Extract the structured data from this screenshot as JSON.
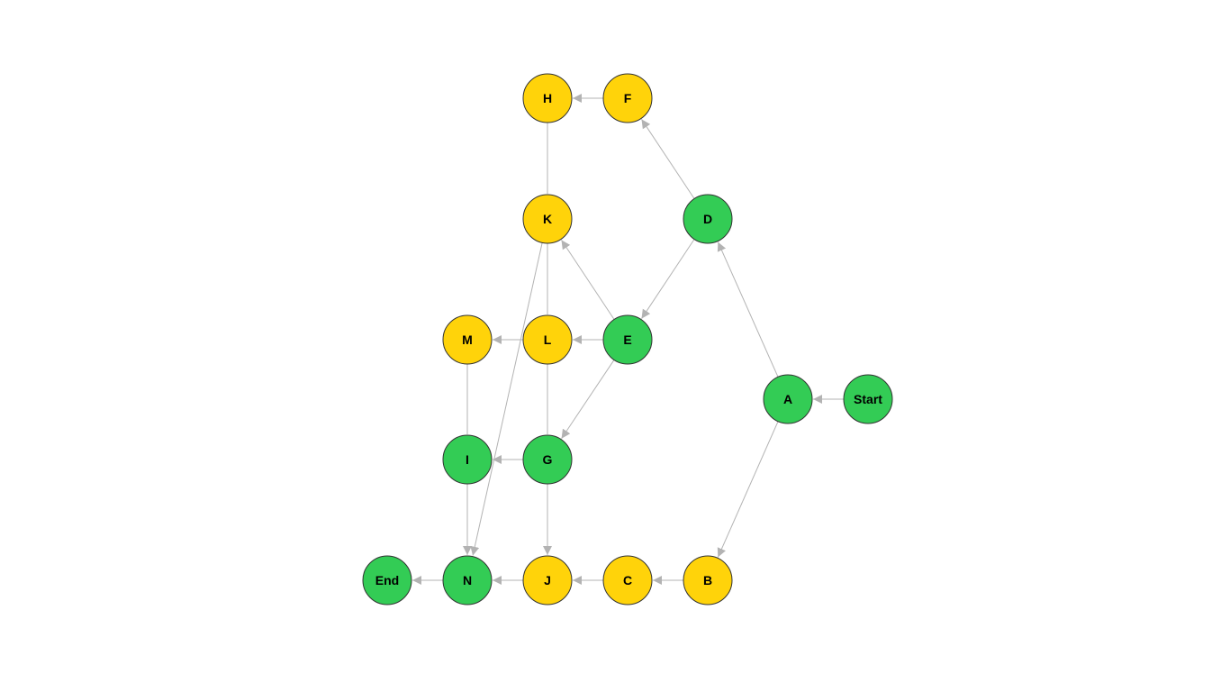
{
  "diagram": {
    "type": "directed-graph",
    "colors": {
      "visited": "#33cc55",
      "unvisited": "#ffd30a",
      "edge": "#b3b3b3",
      "node_border": "#333333"
    },
    "nodes": [
      {
        "id": "Start",
        "label": "Start",
        "status": "visited"
      },
      {
        "id": "A",
        "label": "A",
        "status": "visited"
      },
      {
        "id": "B",
        "label": "B",
        "status": "unvisited"
      },
      {
        "id": "C",
        "label": "C",
        "status": "unvisited"
      },
      {
        "id": "D",
        "label": "D",
        "status": "visited"
      },
      {
        "id": "E",
        "label": "E",
        "status": "visited"
      },
      {
        "id": "F",
        "label": "F",
        "status": "unvisited"
      },
      {
        "id": "G",
        "label": "G",
        "status": "visited"
      },
      {
        "id": "H",
        "label": "H",
        "status": "unvisited"
      },
      {
        "id": "I",
        "label": "I",
        "status": "visited"
      },
      {
        "id": "J",
        "label": "J",
        "status": "unvisited"
      },
      {
        "id": "K",
        "label": "K",
        "status": "unvisited"
      },
      {
        "id": "L",
        "label": "L",
        "status": "unvisited"
      },
      {
        "id": "M",
        "label": "M",
        "status": "unvisited"
      },
      {
        "id": "N",
        "label": "N",
        "status": "visited"
      },
      {
        "id": "End",
        "label": "End",
        "status": "visited"
      }
    ],
    "edges": [
      {
        "from": "Start",
        "to": "A",
        "arrow": true
      },
      {
        "from": "A",
        "to": "D",
        "arrow": true
      },
      {
        "from": "A",
        "to": "B",
        "arrow": true
      },
      {
        "from": "D",
        "to": "F",
        "arrow": true
      },
      {
        "from": "D",
        "to": "E",
        "arrow": true
      },
      {
        "from": "F",
        "to": "H",
        "arrow": true
      },
      {
        "from": "H",
        "to": "K",
        "arrow": false
      },
      {
        "from": "E",
        "to": "K",
        "arrow": true
      },
      {
        "from": "E",
        "to": "L",
        "arrow": true
      },
      {
        "from": "E",
        "to": "G",
        "arrow": true
      },
      {
        "from": "L",
        "to": "M",
        "arrow": true
      },
      {
        "from": "K",
        "to": "L",
        "arrow": false
      },
      {
        "from": "L",
        "to": "G",
        "arrow": false
      },
      {
        "from": "K",
        "to": "N",
        "arrow": true
      },
      {
        "from": "M",
        "to": "I",
        "arrow": false
      },
      {
        "from": "G",
        "to": "I",
        "arrow": true
      },
      {
        "from": "I",
        "to": "N",
        "arrow": true
      },
      {
        "from": "G",
        "to": "J",
        "arrow": true
      },
      {
        "from": "B",
        "to": "C",
        "arrow": true
      },
      {
        "from": "C",
        "to": "J",
        "arrow": true
      },
      {
        "from": "J",
        "to": "N",
        "arrow": true
      },
      {
        "from": "N",
        "to": "End",
        "arrow": true
      }
    ]
  }
}
